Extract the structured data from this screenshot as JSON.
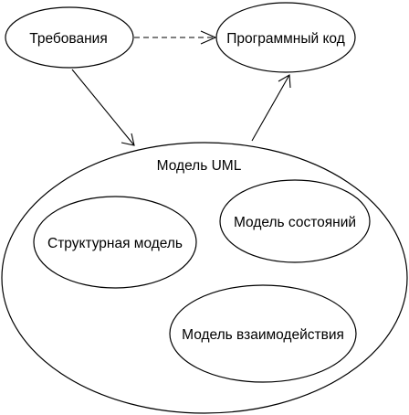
{
  "diagram": {
    "nodes": {
      "requirements": "Требования",
      "program_code": "Программный код",
      "uml_model": "Модель UML",
      "structural_model": "Структурная модель",
      "state_model": "Модель состояний",
      "interaction_model": "Модель взаимодействия"
    },
    "edges": [
      {
        "from": "requirements",
        "to": "program_code",
        "style": "dashed",
        "head": "open"
      },
      {
        "from": "requirements",
        "to": "uml_model",
        "style": "solid",
        "head": "open"
      },
      {
        "from": "uml_model",
        "to": "program_code",
        "style": "solid",
        "head": "open"
      }
    ]
  }
}
